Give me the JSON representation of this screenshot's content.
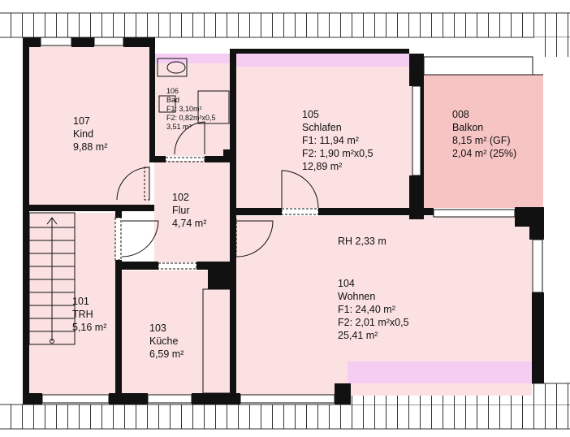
{
  "colors": {
    "room_fill": "#fbe1e1",
    "balcony_fill": "#f7c4c4",
    "sliver_fill": "#f5cdf2",
    "wall": "#111111",
    "roof_hatch": "#333333"
  },
  "rooms": {
    "kind": {
      "number": "107",
      "name": "Kind",
      "area": "9,88 m²"
    },
    "bad": {
      "number": "106",
      "name": "Bad",
      "f1": "F1: 3,10m²",
      "f2": "F2: 0,82m²x0,5",
      "total": "3,51 m²"
    },
    "schlafen": {
      "number": "105",
      "name": "Schlafen",
      "f1": "F1: 11,94 m²",
      "f2": "F2: 1,90 m²x0,5",
      "total": "12,89 m²"
    },
    "balkon": {
      "number": "008",
      "name": "Balkon",
      "area_gf": "8,15 m² (GF)",
      "area_pct": "2,04 m² (25%)"
    },
    "flur": {
      "number": "102",
      "name": "Flur",
      "area": "4,74 m²"
    },
    "trh": {
      "number": "101",
      "name": "TRH",
      "area": "5,16 m²"
    },
    "kueche": {
      "number": "103",
      "name": "Küche",
      "area": "6,59 m²"
    },
    "wohnen": {
      "room_height": "RH 2,33 m",
      "number": "104",
      "name": "Wohnen",
      "f1": "F1: 24,40 m²",
      "f2": "F2: 2,01 m²x0,5",
      "total": "25,41 m²"
    }
  }
}
